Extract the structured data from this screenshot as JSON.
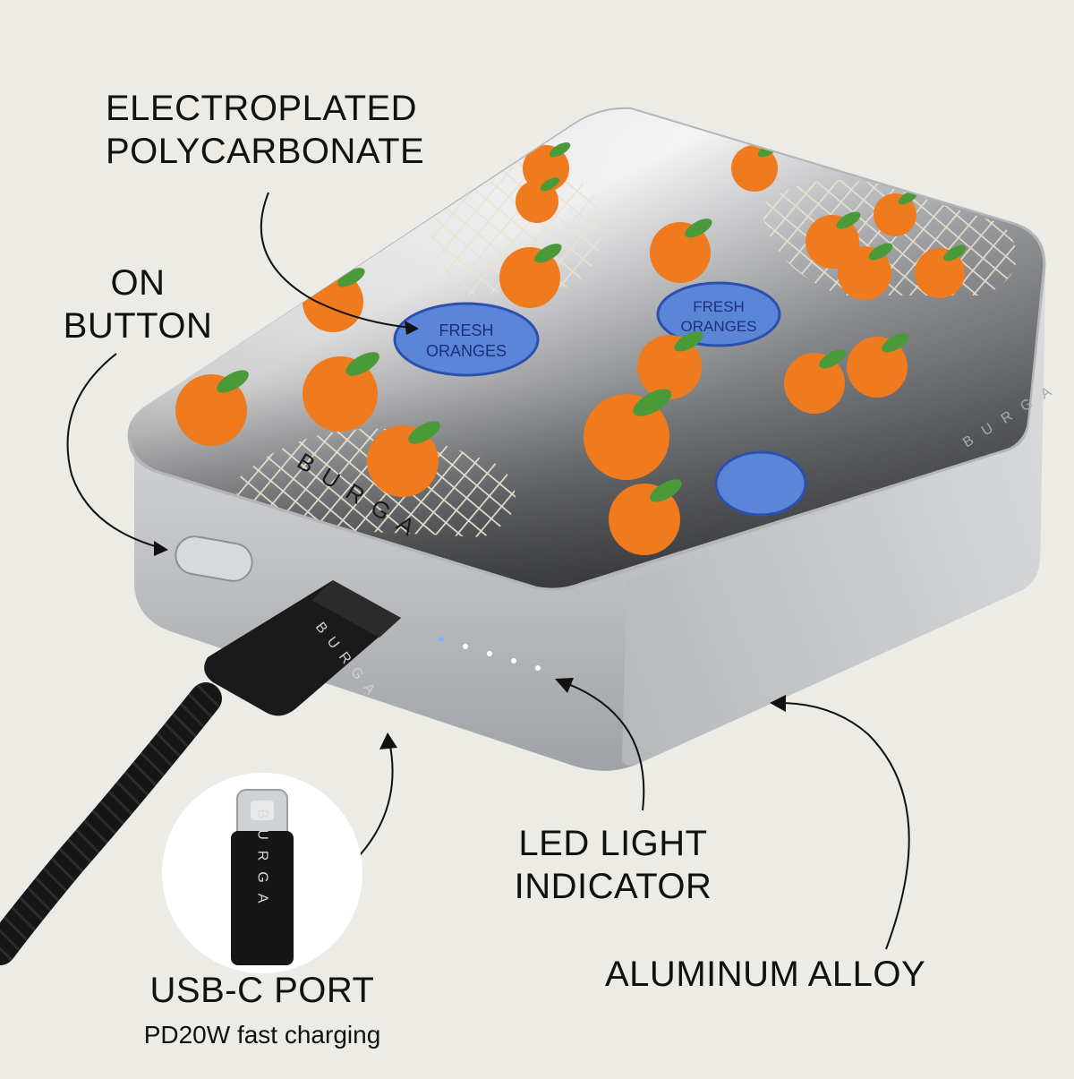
{
  "brand": "BURGA",
  "callouts": {
    "electroplated": {
      "line1": "ELECTROPLATED",
      "line2": "POLYCARBONATE"
    },
    "on_button": {
      "line1": "ON",
      "line2": "BUTTON"
    },
    "led": {
      "line1": "LED LIGHT",
      "line2": "INDICATOR"
    },
    "aluminum": {
      "line1": "ALUMINUM ALLOY"
    },
    "usb": {
      "title": "USB-C PORT",
      "subtitle": "PD20W fast charging"
    }
  },
  "design": {
    "stamp_line1": "FRESH",
    "stamp_line2": "ORANGES"
  },
  "led_count": 5,
  "colors": {
    "background": "#ecebe6",
    "orange": "#f07a1e",
    "leaf": "#4a9a3a",
    "stamp_blue": "#5b86d8",
    "aluminum": "#c9cbce",
    "cable": "#141414"
  }
}
